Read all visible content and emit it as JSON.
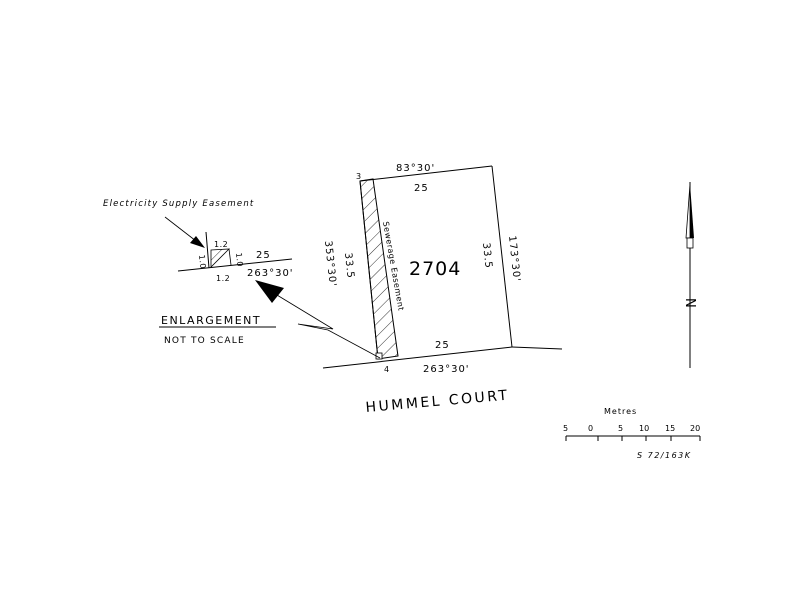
{
  "lot": {
    "number": "2704",
    "north_bearing": "83°30'",
    "north_distance": "25",
    "east_bearing": "173°30'",
    "east_distance": "33.5",
    "south_bearing": "263°30'",
    "south_distance": "25",
    "west_bearing": "353°30'",
    "west_distance": "33.5",
    "corner_ne_label": "3",
    "corner_sw_label": "4"
  },
  "easements": {
    "sewerage": "Sewerage Easement",
    "electricity": "Electricity Supply Easement"
  },
  "enlargement": {
    "title": "ENLARGEMENT",
    "subtitle": "NOT TO SCALE",
    "dim_top": "1.2",
    "dim_bottom": "1.2",
    "dim_left": "1.0",
    "dim_right": "1.0",
    "distance": "25",
    "bearing": "263°30'"
  },
  "road": {
    "name": "HUMMEL COURT"
  },
  "north_arrow": {
    "letter": "N"
  },
  "scale_bar": {
    "unit": "Metres",
    "ticks": [
      "5",
      "0",
      "5",
      "10",
      "15",
      "20"
    ],
    "reference": "S 72/163K"
  }
}
